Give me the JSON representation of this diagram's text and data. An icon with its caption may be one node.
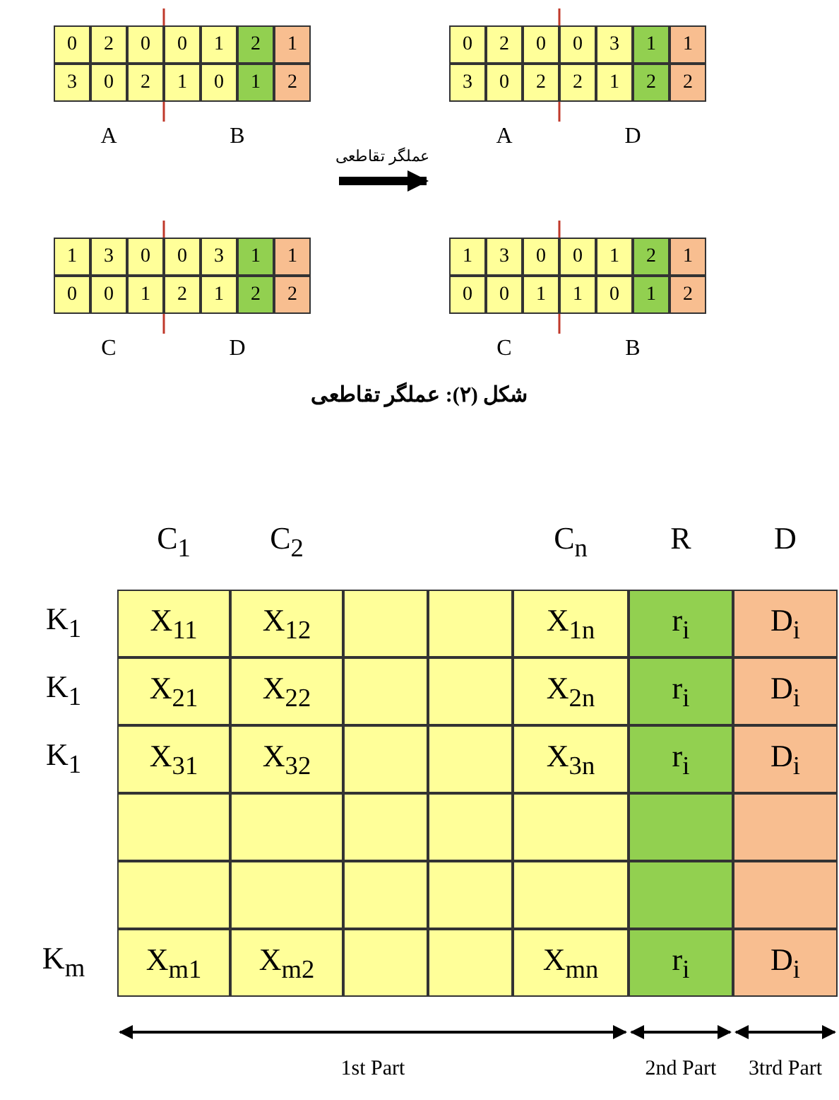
{
  "diagram": {
    "caption": "شکل (۲): عملگر تقاطعی",
    "labels": [
      "0",
      "2",
      "0",
      "0",
      "1",
      "2",
      "1",
      "3",
      "0",
      "2",
      "1",
      "0",
      "1",
      "2",
      "A",
      "B",
      "عملگر تقاطعی",
      "0",
      "2",
      "0",
      "0",
      "3",
      "1",
      "1",
      "3",
      "0",
      "2",
      "2",
      "1",
      "2",
      "2",
      "A",
      "D",
      "1",
      "3",
      "0",
      "0",
      "3",
      "1",
      "1",
      "0",
      "0",
      "1",
      "2",
      "1",
      "2",
      "2",
      "C",
      "D",
      "1",
      "3",
      "0",
      "0",
      "1",
      "2",
      "1",
      "0",
      "0",
      "1",
      "1",
      "0",
      "1",
      "2",
      "C",
      "B",
      "C$_{1}$",
      "C$_{2}$",
      "C$_{n}$",
      "R",
      "D",
      "K$_{1}$",
      "X$_{11}$",
      "X$_{12}$",
      "X$_{1n}$",
      "r$_{i}$",
      "D$_{i}$",
      "K$_{1}$",
      "X$_{21}$",
      "X$_{22}$",
      "X$_{2n}$",
      "r$_{i}$",
      "D$_{i}$",
      "K$_{1}$",
      "X$_{31}$",
      "X$_{32}$",
      "X$_{3n}$",
      "r$_{i}$",
      "D$_{i}$",
      "K$_{m}$",
      "X$_{m1}$",
      "X$_{m2}$",
      "X$_{mn}$",
      "r$_{i}$",
      "D$_{i}$",
      "1st Part",
      "2nd Part",
      "3trd Part"
    ]
  }
}
